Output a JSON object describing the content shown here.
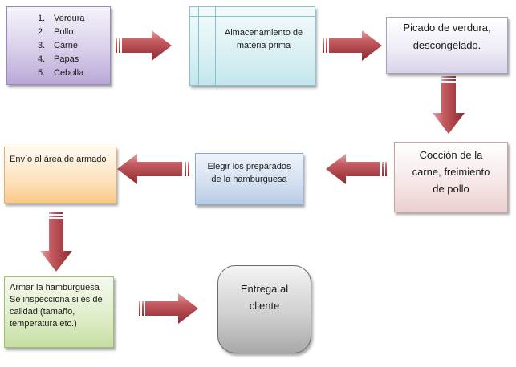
{
  "steps": {
    "ingredients": {
      "items": [
        {
          "num": "1.",
          "label": "Verdura"
        },
        {
          "num": "2.",
          "label": "Pollo"
        },
        {
          "num": "3.",
          "label": "Carne"
        },
        {
          "num": "4.",
          "label": "Papas"
        },
        {
          "num": "5.",
          "label": "Cebolla"
        }
      ]
    },
    "storage": {
      "line1": "Almacenamiento de",
      "line2": "materia prima"
    },
    "chopping": {
      "line1": "Picado de verdura,",
      "line2": "descongelado."
    },
    "cooking": {
      "line1": "Cocción de la",
      "line2": "carne, freimiento",
      "line3": "de pollo"
    },
    "choose": {
      "line1": "Elegir los preparados",
      "line2": "de la hamburguesa"
    },
    "send": {
      "line1": "Envío al área de armado"
    },
    "assemble": {
      "line1": "Armar la hamburguesa",
      "line2": "Se inspecciona si es de",
      "line3": "calidad (tamaño,",
      "line4": "temperatura etc.)"
    },
    "delivery": {
      "line1": "Entrega al",
      "line2": "cliente"
    }
  },
  "colors": {
    "arrow_light": "#d98a8e",
    "arrow_mid": "#b5474d",
    "arrow_dark": "#8e2a30"
  }
}
